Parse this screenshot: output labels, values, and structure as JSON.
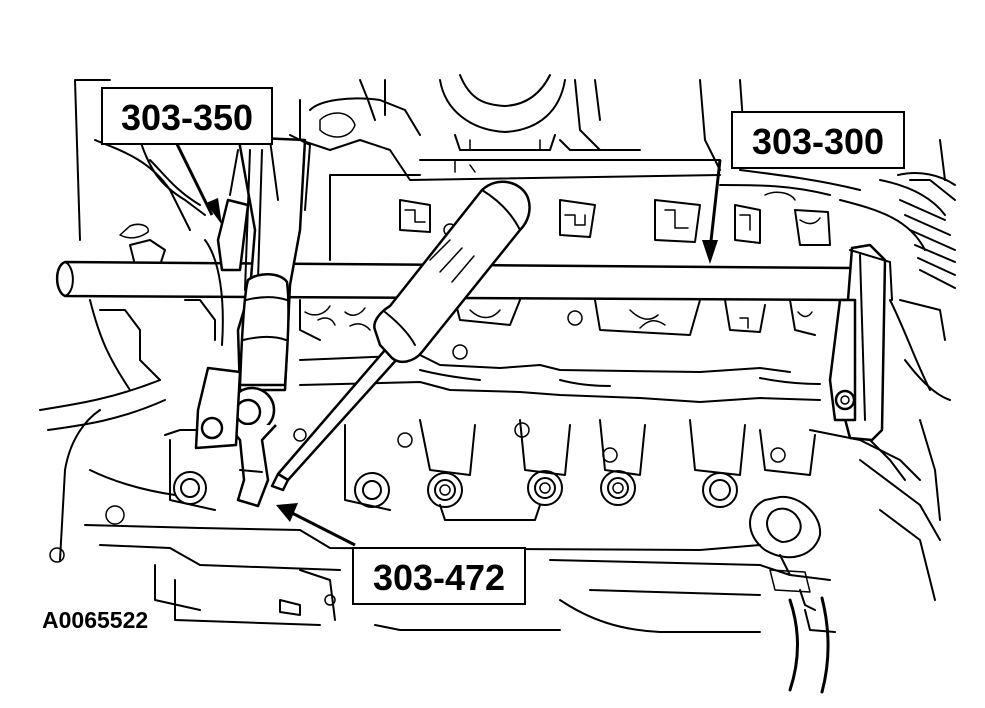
{
  "labels": {
    "tool_303_350": "303-350",
    "tool_303_300": "303-300",
    "tool_303_472": "303-472"
  },
  "reference_code": "A0065522",
  "colors": {
    "line": "#000000",
    "background": "#ffffff"
  }
}
